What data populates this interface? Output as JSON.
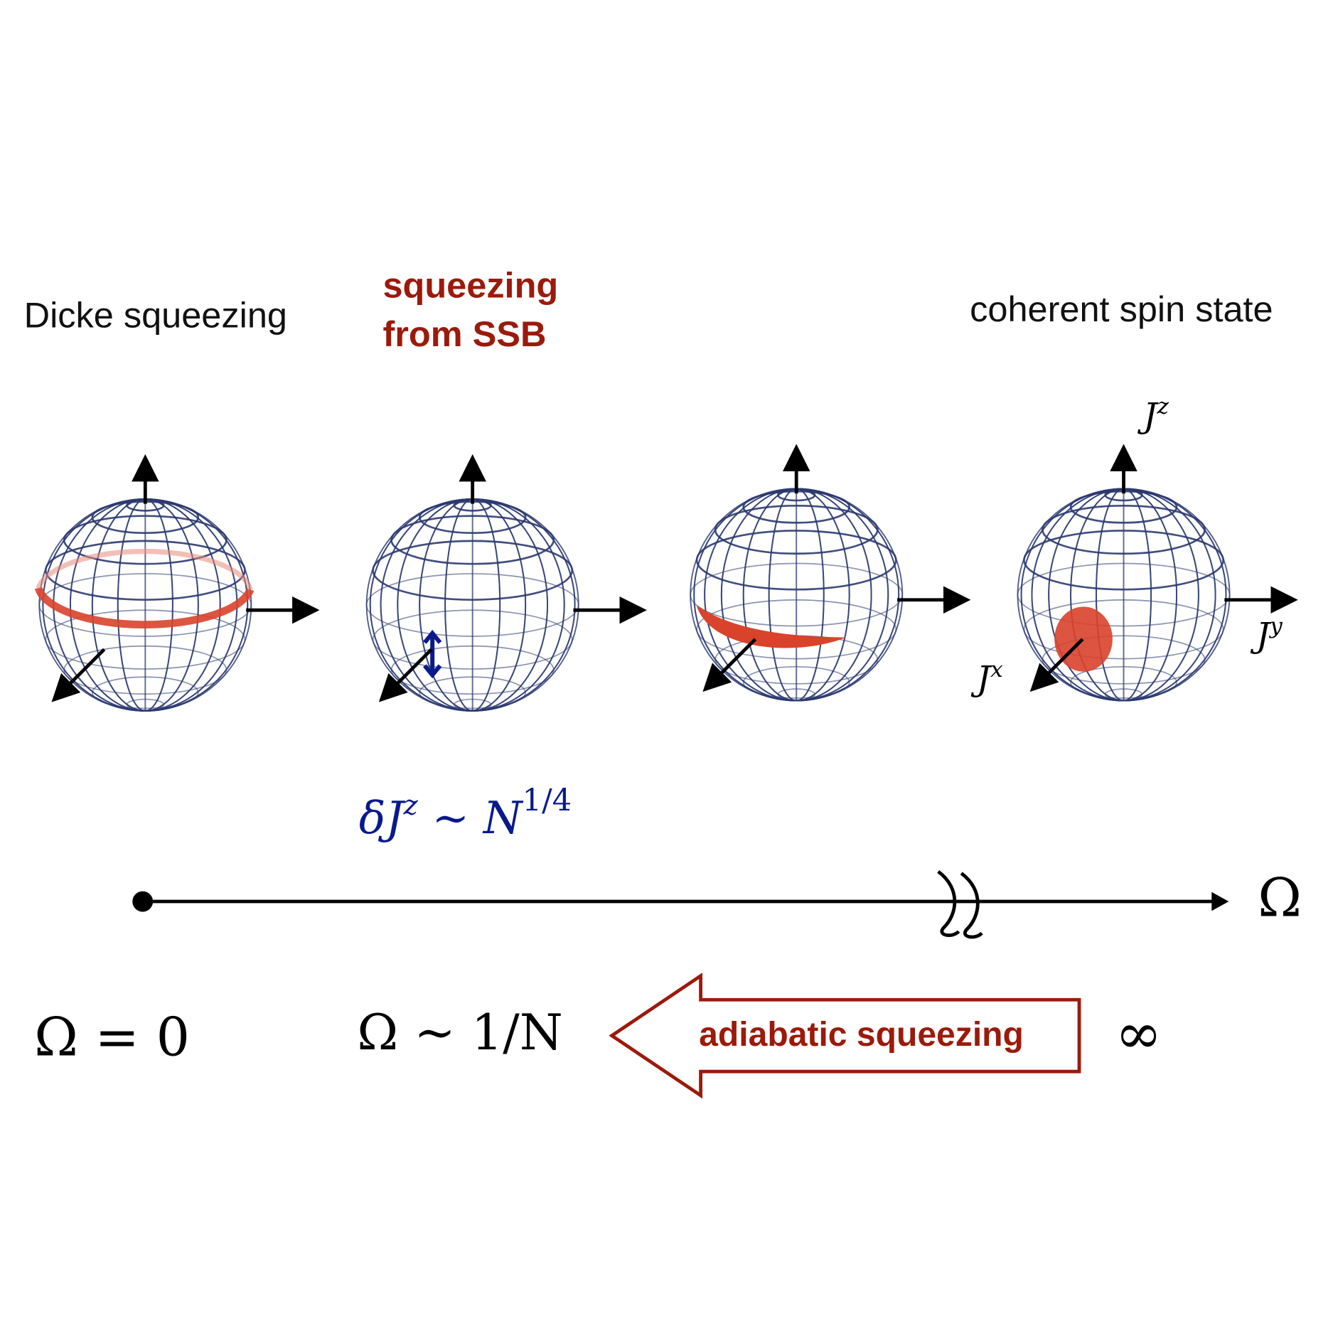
{
  "labels": {
    "dicke": "Dicke squeezing",
    "ssb_line1": "squeezing",
    "ssb_line2": "from SSB",
    "coherent": "coherent spin state",
    "jz": "J",
    "jz_sup": "z",
    "jx": "J",
    "jx_sup": "x",
    "jy": "J",
    "jy_sup": "y",
    "delta_lhs": "δJ",
    "delta_sup": "z",
    "delta_mid": " ∼ N",
    "delta_exp": "1/4",
    "axis_label": "Ω",
    "omega_zero": "Ω = 0",
    "omega_inv_n": "Ω ∼ 1/N",
    "infinity": "∞",
    "adiabatic": "adiabatic squeezing"
  },
  "colors": {
    "grid": "#2c3a70",
    "state": "#d9432b",
    "title_red": "#9b1a0b",
    "delta_blue": "#0a1a8c"
  }
}
